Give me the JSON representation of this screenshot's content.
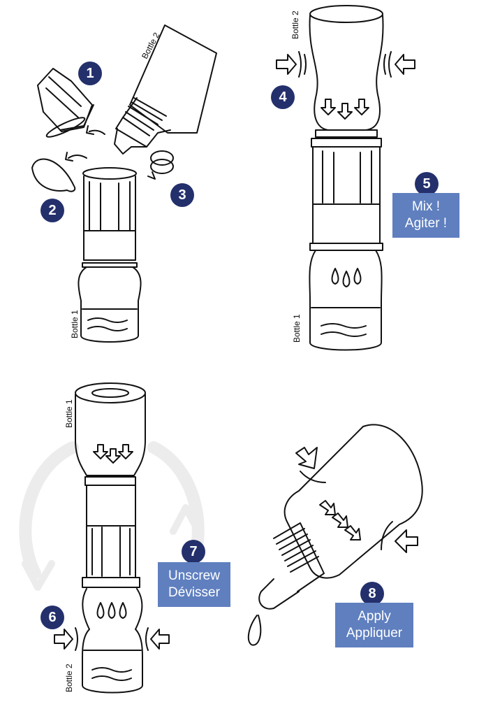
{
  "steps": [
    "1",
    "2",
    "3",
    "4",
    "5",
    "6",
    "7",
    "8"
  ],
  "labels": {
    "bottle1": "Bottle 1",
    "bottle2": "Bottle 2"
  },
  "instructions": {
    "mix_en": "Mix !",
    "mix_fr": "Agiter !",
    "unscrew_en": "Unscrew",
    "unscrew_fr": "Dévisser",
    "apply_en": "Apply",
    "apply_fr": "Appliquer"
  },
  "colors": {
    "step_badge": "#24306c",
    "instruction_box": "#5f7fbf",
    "line": "#111111",
    "rotation_arrows": "#ececec"
  }
}
